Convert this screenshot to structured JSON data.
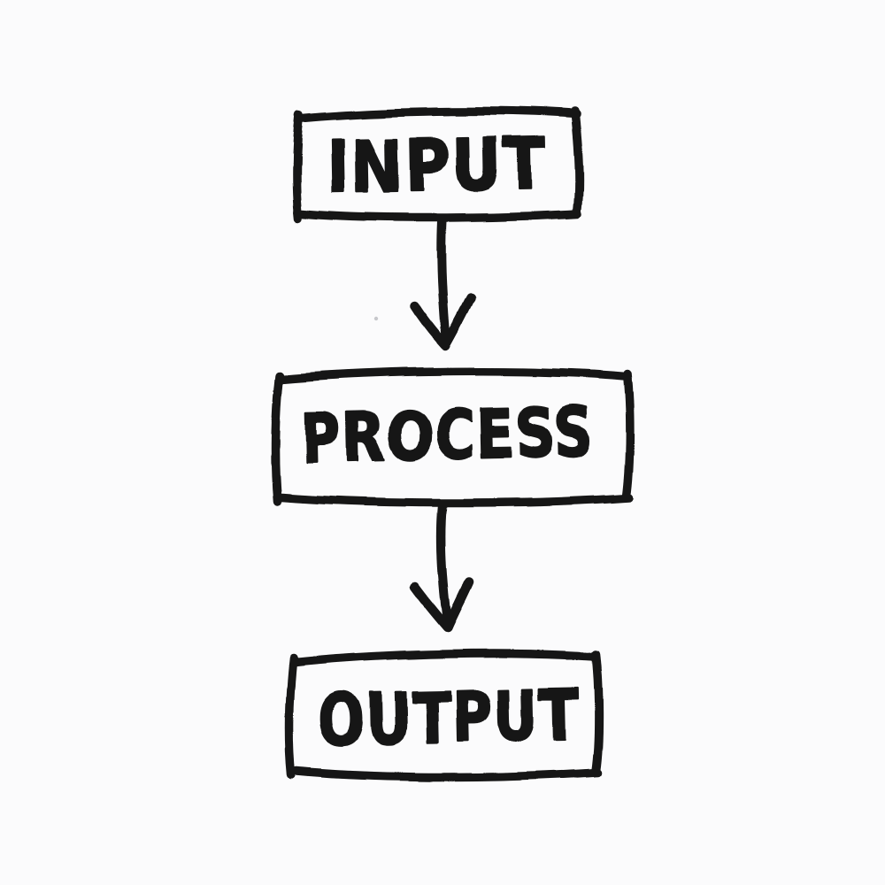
{
  "diagram": {
    "type": "flowchart",
    "background_color": "#fbfbfc",
    "ink_color": "#141414",
    "speck_color": "#c7c8cc",
    "nodes": [
      {
        "id": "input",
        "label": "INPUT"
      },
      {
        "id": "process",
        "label": "PROCESS"
      },
      {
        "id": "output",
        "label": "OUTPUT"
      }
    ],
    "edges": [
      {
        "from": "input",
        "to": "process",
        "style": "arrow-down"
      },
      {
        "from": "process",
        "to": "output",
        "style": "arrow-down"
      }
    ]
  }
}
